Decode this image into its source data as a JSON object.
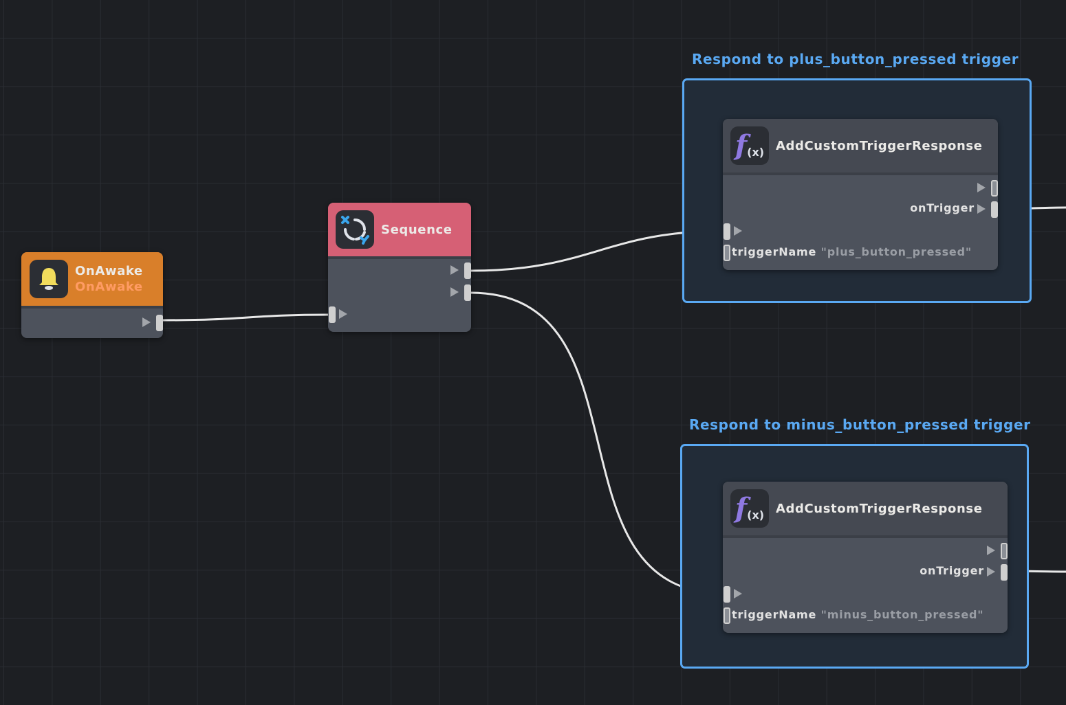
{
  "editor": {
    "type": "visual-scripting-graph",
    "colors": {
      "background": "#1d1f23",
      "grid": "#2a2d33",
      "group_accent": "#5aa9f3",
      "event_node_header": "#d97f2a",
      "sequence_node_header": "#d66075",
      "function_node_header": "#454952",
      "node_body": "#4d525c",
      "wire": "#e8e8e8"
    }
  },
  "nodes": {
    "on_awake": {
      "title": "OnAwake",
      "subtitle": "OnAwake",
      "icon": "bell-icon"
    },
    "sequence": {
      "title": "Sequence",
      "icon": "sequence-cycle-icon"
    },
    "plus_response": {
      "title": "AddCustomTriggerResponse",
      "icon": "function-fx-icon",
      "icon_text": "f",
      "icon_sub": "(x)",
      "output_label": "onTrigger",
      "param_label": "triggerName",
      "param_value": "\"plus_button_pressed\""
    },
    "minus_response": {
      "title": "AddCustomTriggerResponse",
      "icon": "function-fx-icon",
      "icon_text": "f",
      "icon_sub": "(x)",
      "output_label": "onTrigger",
      "param_label": "triggerName",
      "param_value": "\"minus_button_pressed\""
    }
  },
  "groups": {
    "plus": {
      "title": "Respond to plus_button_pressed trigger"
    },
    "minus": {
      "title": "Respond to minus_button_pressed trigger"
    }
  },
  "connections": [
    {
      "from": "on_awake.exec_out",
      "to": "sequence.exec_in"
    },
    {
      "from": "sequence.out_0",
      "to": "plus_response.exec_in"
    },
    {
      "from": "sequence.out_1",
      "to": "minus_response.exec_in"
    },
    {
      "from": "plus_response.onTrigger",
      "to": "offscreen-right"
    },
    {
      "from": "minus_response.onTrigger",
      "to": "offscreen-right"
    }
  ]
}
